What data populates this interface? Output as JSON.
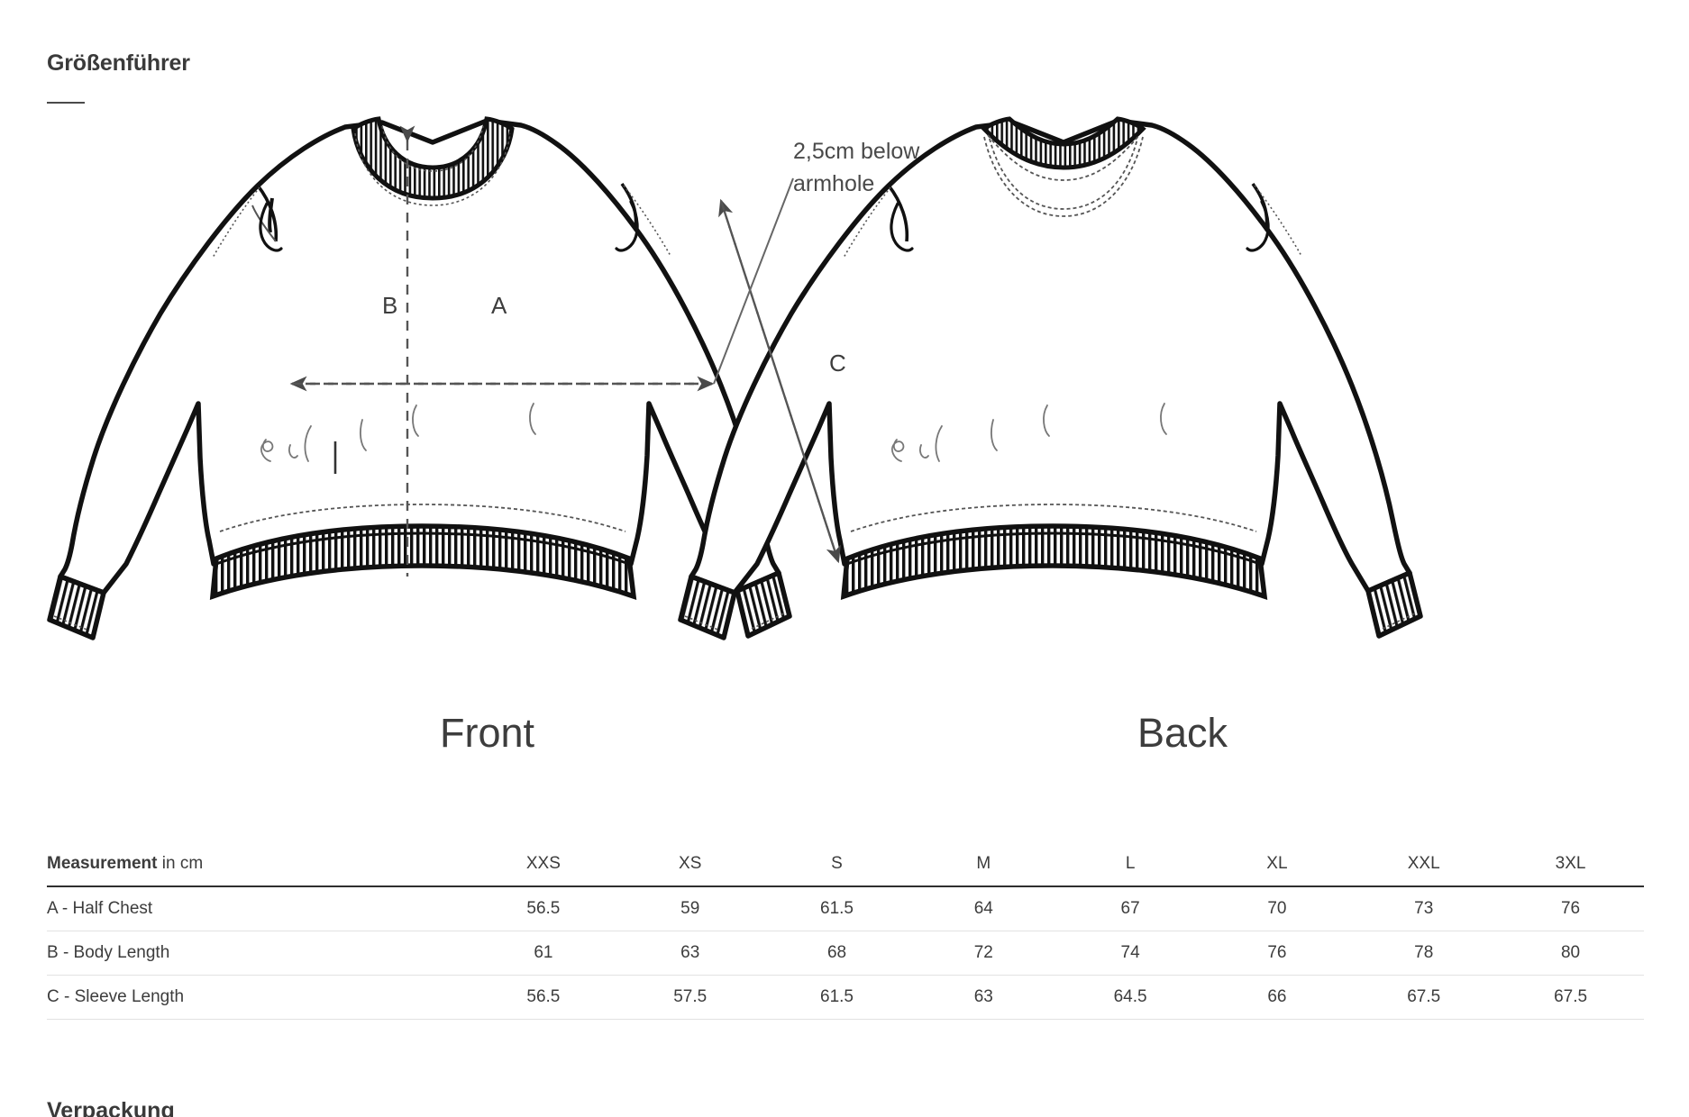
{
  "header": {
    "title": "Größenführer"
  },
  "illustration": {
    "annotation": {
      "line1": "2,5cm below",
      "line2": "armhole"
    },
    "labels": {
      "a": "A",
      "b": "B",
      "c": "C"
    },
    "views": {
      "front": "Front",
      "back": "Back"
    }
  },
  "table": {
    "measurement_label_strong": "Measurement",
    "measurement_label_rest": " in cm",
    "sizes": [
      "XXS",
      "XS",
      "S",
      "M",
      "L",
      "XL",
      "XXL",
      "3XL"
    ],
    "rows": [
      {
        "label": "A - Half Chest",
        "values": [
          "56.5",
          "59",
          "61.5",
          "64",
          "67",
          "70",
          "73",
          "76"
        ]
      },
      {
        "label": "B - Body Length",
        "values": [
          "61",
          "63",
          "68",
          "72",
          "74",
          "76",
          "78",
          "80"
        ]
      },
      {
        "label": "C - Sleeve Length",
        "values": [
          "56.5",
          "57.5",
          "61.5",
          "63",
          "64.5",
          "66",
          "67.5",
          "67.5"
        ]
      }
    ]
  },
  "next_section": {
    "title": "Verpackung"
  },
  "colors": {
    "text": "#3c3c3c",
    "rule": "#2f2f2f",
    "row_divider": "#e2e2e2",
    "ink": "#111111",
    "dash": "#555555",
    "background": "#ffffff"
  }
}
